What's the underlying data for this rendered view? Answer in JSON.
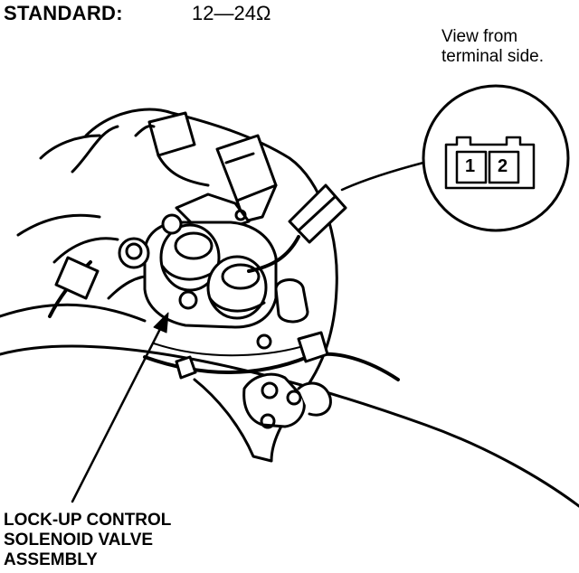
{
  "header": {
    "standard_label": "STANDARD:",
    "standard_value": "12—24Ω"
  },
  "view_note": {
    "line1": "View from",
    "line2": "terminal side."
  },
  "connector": {
    "pins": [
      "1",
      "2"
    ]
  },
  "part_label": {
    "line1": "LOCK-UP CONTROL",
    "line2": "SOLENOID VALVE",
    "line3": "ASSEMBLY"
  }
}
